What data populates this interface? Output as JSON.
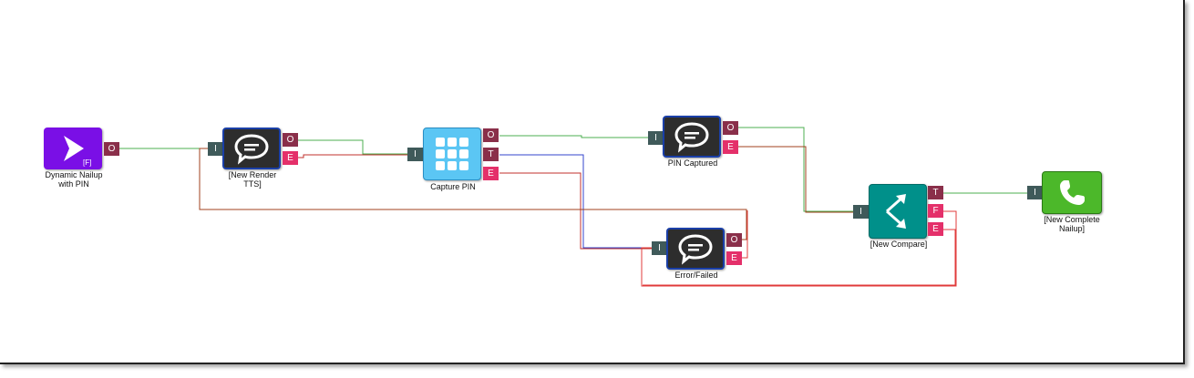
{
  "nodes": {
    "start": {
      "label": "Dynamic Nailup\nwith PIN",
      "tag": "[F]",
      "color": "#7a0fe6",
      "icon": "chevron-right-icon",
      "ports": {
        "out": "O"
      }
    },
    "render_tts": {
      "label": "[New Render\nTTS]",
      "color": "#2d2d2d",
      "icon": "speech-bubble-icon",
      "ports": {
        "in": "I",
        "out": "O",
        "err": "E"
      }
    },
    "capture_pin": {
      "label": "Capture PIN",
      "color": "#5bc6f4",
      "icon": "keypad-icon",
      "ports": {
        "in": "I",
        "out": "O",
        "timeout": "T",
        "err": "E"
      }
    },
    "pin_captured": {
      "label": "PIN Captured",
      "color": "#2d2d2d",
      "icon": "speech-bubble-icon",
      "ports": {
        "in": "I",
        "out": "O",
        "err": "E"
      }
    },
    "error_failed": {
      "label": "Error/Failed",
      "color": "#2d2d2d",
      "icon": "speech-bubble-icon",
      "ports": {
        "in": "I",
        "out": "O",
        "err": "E"
      }
    },
    "compare": {
      "label": "[New Compare]",
      "color": "#00908a",
      "icon": "branch-arrows-icon",
      "ports": {
        "in": "I",
        "true": "T",
        "false": "F",
        "err": "E"
      }
    },
    "complete_nailup": {
      "label": "[New Complete\nNailup]",
      "color": "#4cb82a",
      "icon": "phone-icon",
      "ports": {
        "in": "I"
      }
    }
  },
  "colors": {
    "success_wire": "#4caf50",
    "error_wire": "#e03b3b",
    "timeout_wire": "#3344cc",
    "border_highlight": "#1a3fa8"
  }
}
